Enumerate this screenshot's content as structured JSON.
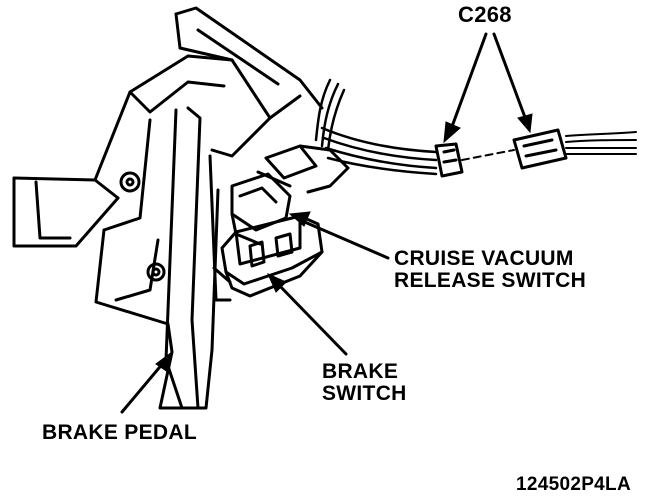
{
  "labels": {
    "connector": "C268",
    "cruise_line1": "CRUISE VACUUM",
    "cruise_line2": "RELEASE SWITCH",
    "brake_switch_line1": "BRAKE",
    "brake_switch_line2": "SWITCH",
    "brake_pedal": "BRAKE PEDAL",
    "figure_id": "124502P4LA"
  },
  "colors": {
    "ink": "#000000",
    "paper": "#ffffff"
  }
}
